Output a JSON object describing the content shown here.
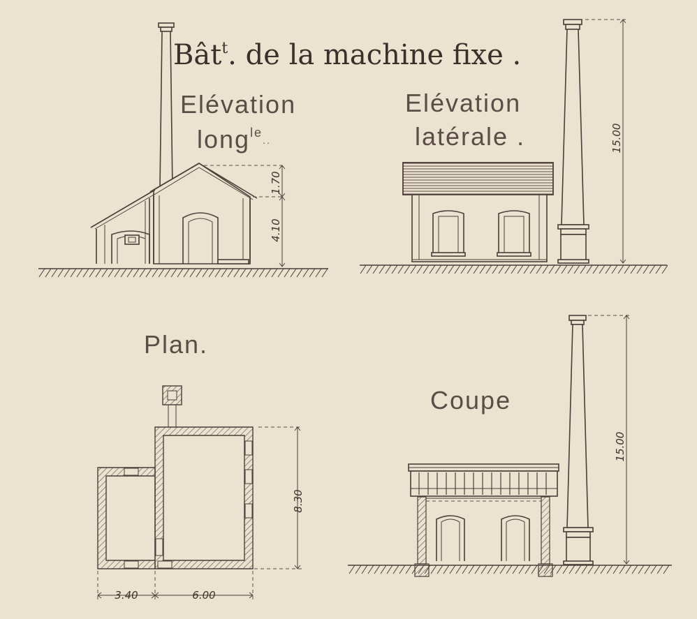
{
  "title": {
    "prefix": "Bât",
    "superscript": "t",
    "rest": ". de la machine fixe ."
  },
  "views": {
    "longitudinal": {
      "line1": "Elévation",
      "line2": "long",
      "line2_sup": "le",
      "line2_suffix": ".."
    },
    "lateral": {
      "line1": "Elévation",
      "line2": "latérale ."
    },
    "plan": {
      "label": "Plan."
    },
    "section": {
      "label": "Coupe"
    }
  },
  "dimensions": {
    "roof_height": "1.70",
    "wall_height": "4.10",
    "chimney_height_lateral": "15.00",
    "chimney_height_section": "15.00",
    "plan_depth": "8.30",
    "plan_width_left": "3.40",
    "plan_width_right": "6.00"
  },
  "colors": {
    "paper": "#ece2d0",
    "ink": "#4a3e38"
  }
}
